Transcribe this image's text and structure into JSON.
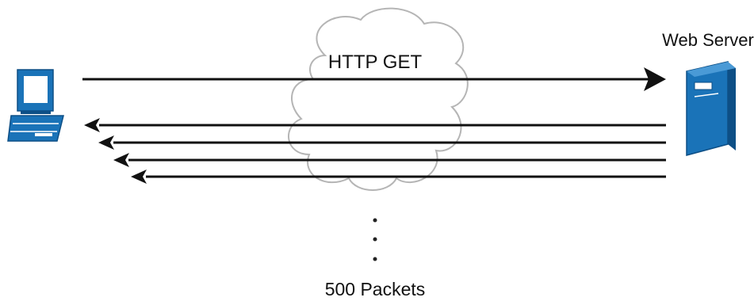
{
  "labels": {
    "request": "HTTP GET",
    "server": "Web Server",
    "responses": "500 Packets"
  },
  "nodes": {
    "client_icon": "desktop-computer-icon",
    "server_icon": "server-tower-icon",
    "network_icon": "cloud-icon"
  },
  "colors": {
    "device_blue": "#1a73b8",
    "device_dark": "#0d4f86",
    "arrow": "#111111",
    "cloud_stroke": "#b5b5b5"
  }
}
